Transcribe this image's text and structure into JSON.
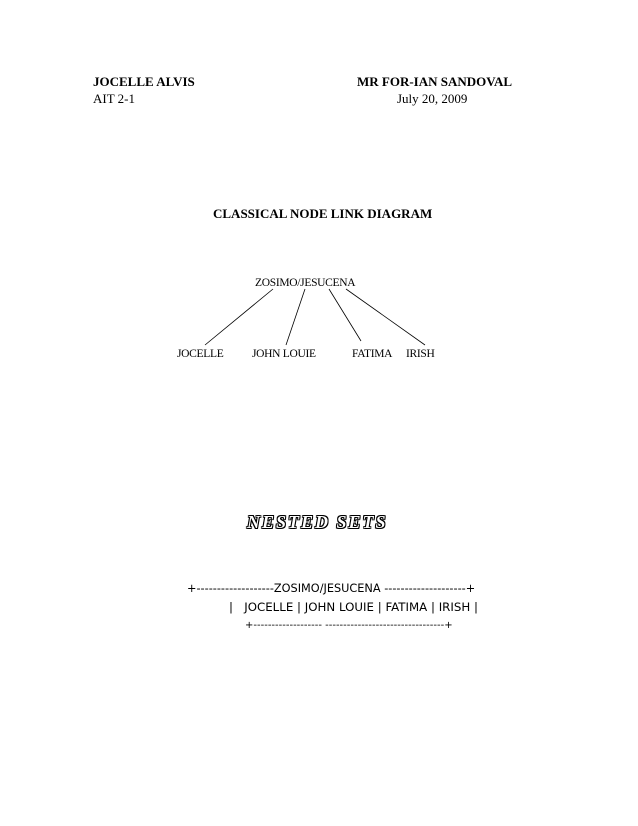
{
  "header": {
    "student_name": "JOCELLE ALVIS",
    "section": "AIT 2-1",
    "instructor": "MR FOR-IAN SANDOVAL",
    "date": "July 20, 2009"
  },
  "diagram": {
    "title": "CLASSICAL NODE LINK DIAGRAM",
    "root": "ZOSIMO/JESUCENA",
    "children": [
      "JOCELLE",
      "JOHN LOUIE",
      "FATIMA",
      "IRISH"
    ]
  },
  "nested_sets": {
    "heading": "NESTED SETS",
    "line1": "+-------------------ZOSIMO/JESUCENA --------------------+",
    "line2": "|   JOCELLE | JOHN LOUIE | FATIMA | IRISH |",
    "line3": "+------------------- ---------------------------------+"
  }
}
